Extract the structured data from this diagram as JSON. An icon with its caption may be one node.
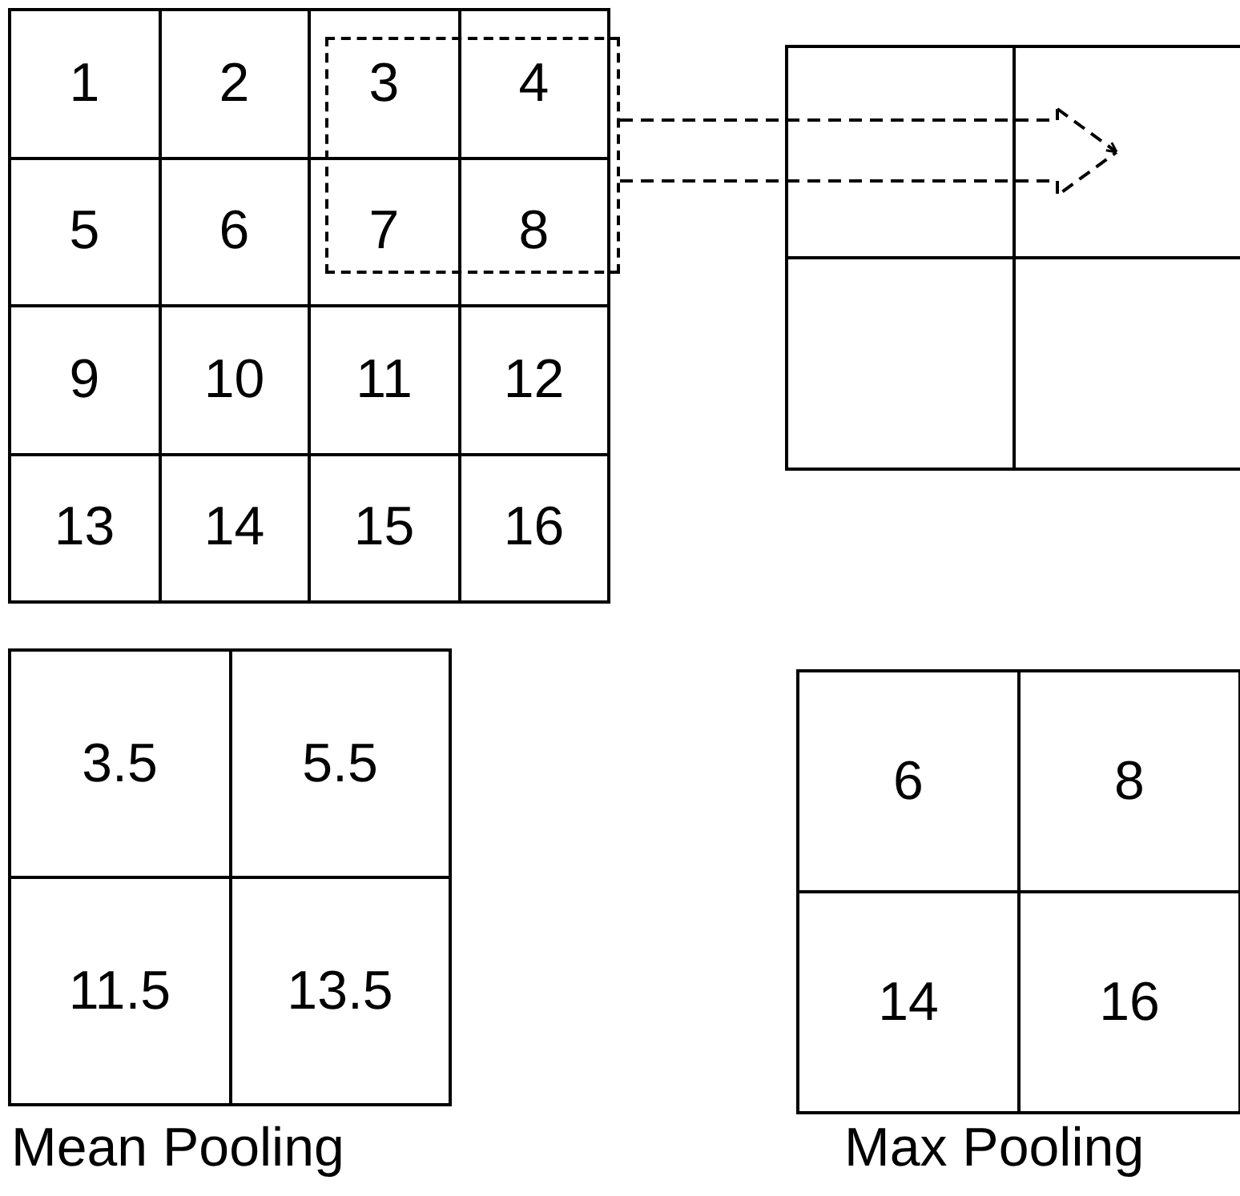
{
  "diagram": {
    "nodes": [
      {
        "text": [
          "1"
        ]
      },
      {
        "text": [
          "2"
        ]
      },
      {
        "text": [
          "3"
        ]
      },
      {
        "text": [
          "4"
        ]
      },
      {
        "text": [
          "5"
        ]
      },
      {
        "text": [
          "6"
        ]
      },
      {
        "text": [
          "7"
        ]
      },
      {
        "text": [
          "8"
        ]
      },
      {
        "text": [
          "9"
        ]
      },
      {
        "text": [
          "10"
        ]
      },
      {
        "text": [
          "11"
        ]
      },
      {
        "text": [
          "12"
        ]
      },
      {
        "text": [
          "13"
        ]
      },
      {
        "text": [
          "14"
        ]
      },
      {
        "text": [
          "15"
        ]
      },
      {
        "text": [
          "16"
        ]
      },
      {
        "text": [],
        "shape": "box"
      },
      {
        "text": [],
        "shape": "box"
      },
      {
        "text": [
          "3.5"
        ]
      },
      {
        "text": [
          "5.5"
        ]
      },
      {
        "text": [
          "11.5"
        ]
      },
      {
        "text": [
          "13.5"
        ]
      },
      {
        "text": [
          "6"
        ]
      },
      {
        "text": [
          "8"
        ]
      },
      {
        "text": [
          "14"
        ]
      },
      {
        "text": [
          "16"
        ]
      }
    ],
    "edges": [
      {
        "from": 16,
        "to": 17,
        "arrow": "to",
        "style": "dashed"
      }
    ],
    "labels": [
      "Mean Pooling",
      "Max Pooling"
    ]
  }
}
